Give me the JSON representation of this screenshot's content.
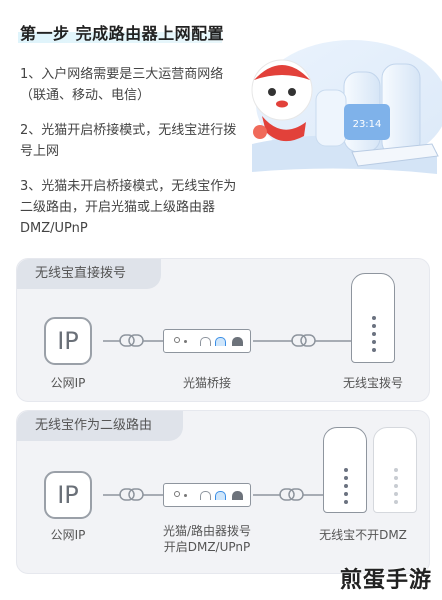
{
  "header": {
    "title": "第一步 完成路由器上网配置"
  },
  "steps": [
    "1、入户网络需要是三大运营商网络（联通、移动、电信）",
    "2、光猫开启桥接模式，无线宝进行拨号上网",
    "3、光猫未开启桥接模式，无线宝作为二级路由，开启光猫或上级路由器DMZ/UPnP"
  ],
  "hero": {
    "badge_text": "23:14"
  },
  "panel1": {
    "tab": "无线宝直接拨号",
    "ip_icon_text": "IP",
    "ip_caption": "公网IP",
    "modem_caption": "光猫桥接",
    "router_caption": "无线宝拨号"
  },
  "panel2": {
    "tab": "无线宝作为二级路由",
    "ip_icon_text": "IP",
    "ip_caption": "公网IP",
    "modem_caption_line1": "光猫/路由器拨号",
    "modem_caption_line2": "开启DMZ/UPnP",
    "router_caption": "无线宝不开DMZ"
  },
  "watermark": "煎蛋手游",
  "colors": {
    "panel_bg": "#f2f3f6",
    "tab_bg": "#dfe3ea",
    "accent_blue": "#3a8ee6",
    "hero_red": "#e2413a"
  }
}
